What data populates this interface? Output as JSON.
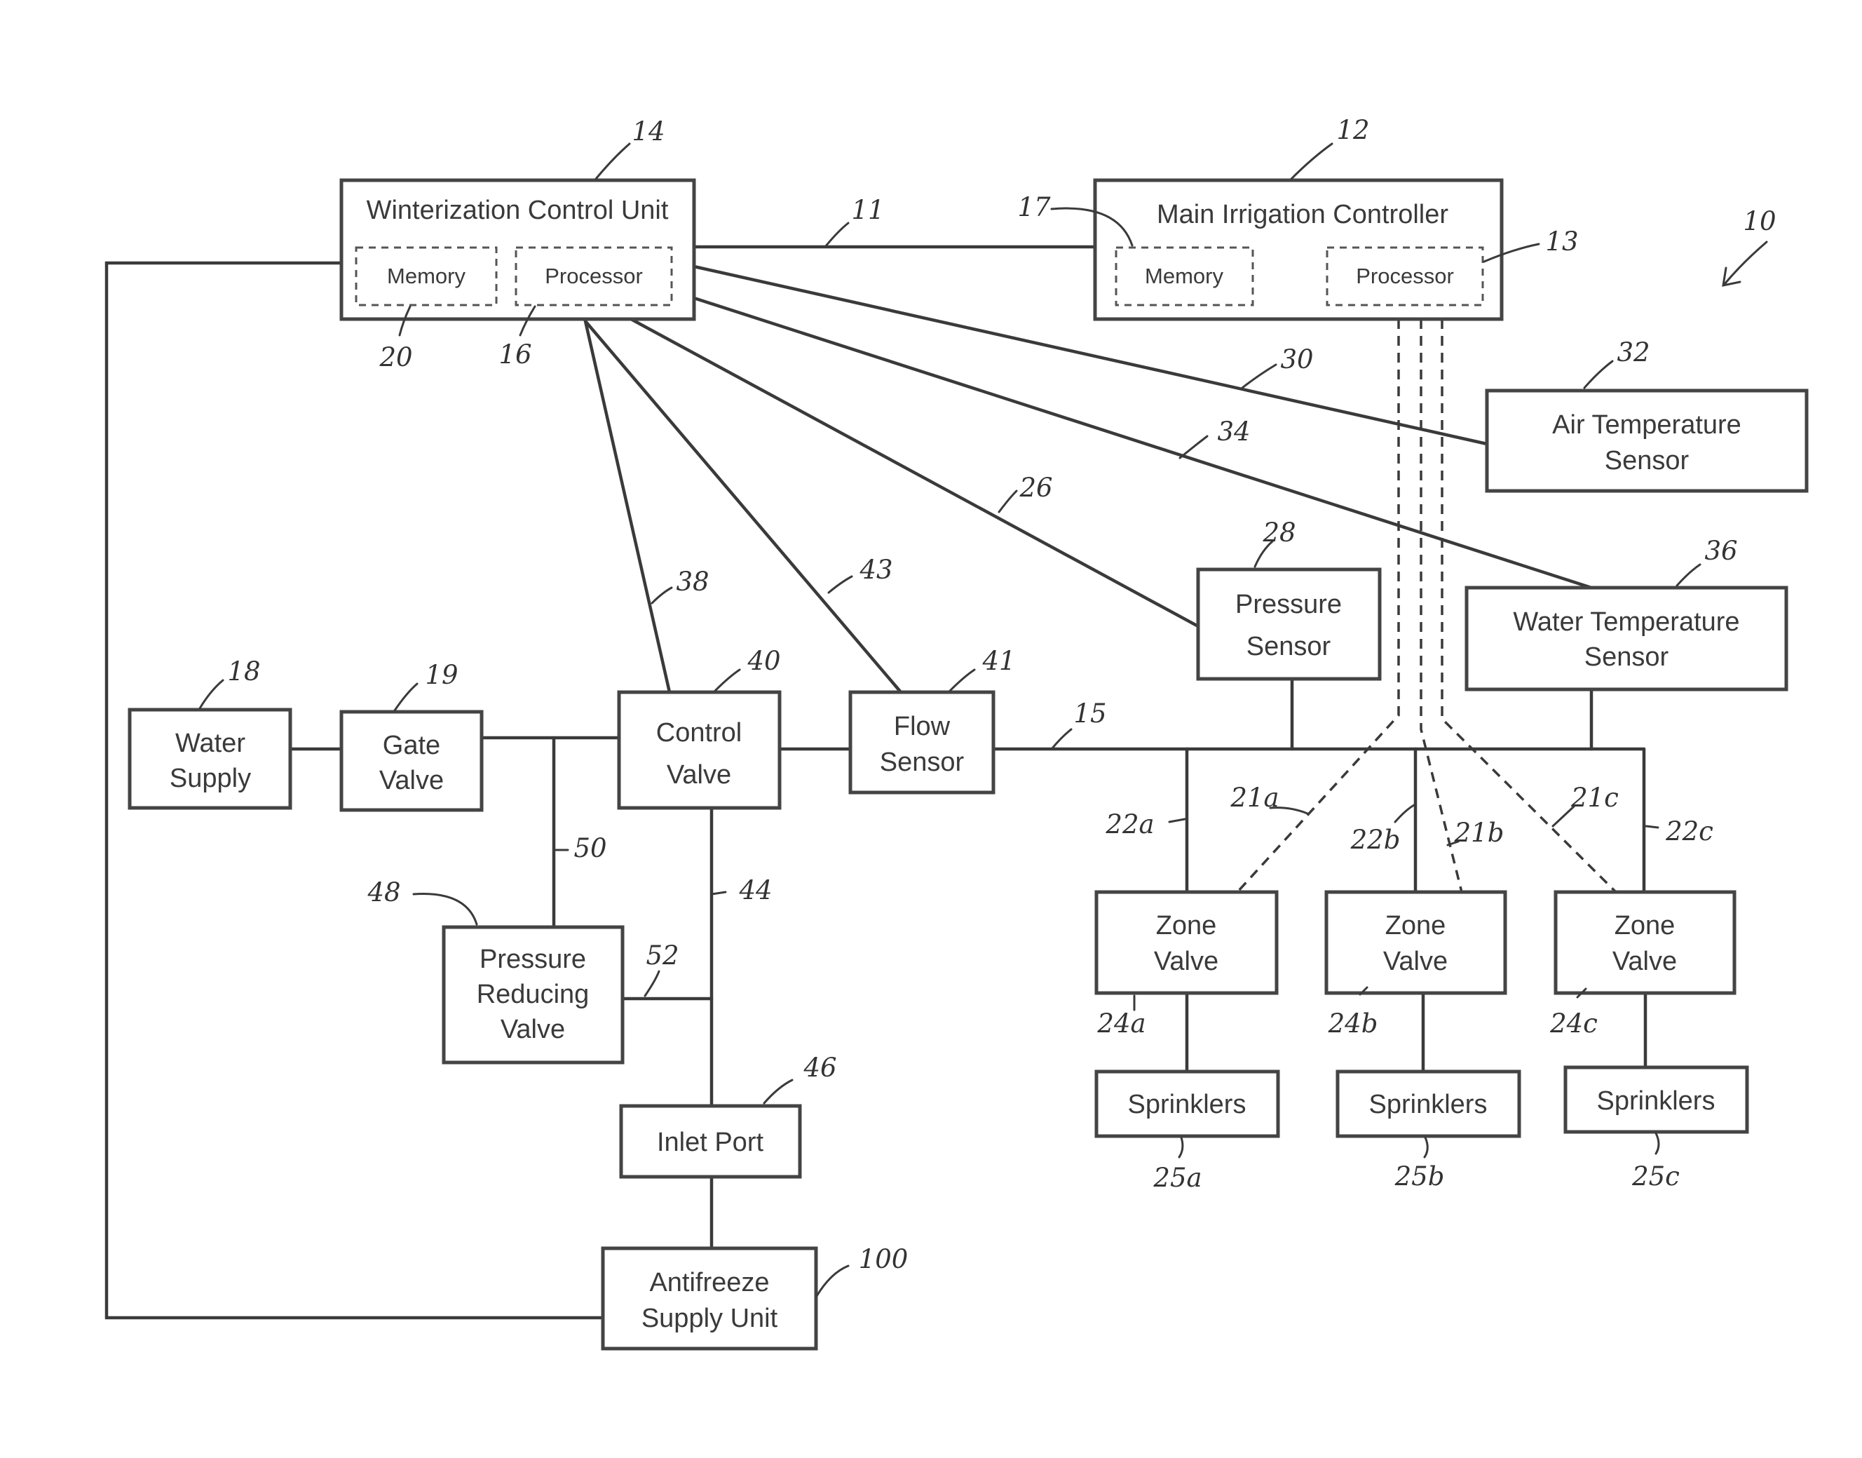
{
  "blocks": {
    "winterization_control_unit": "Winterization Control Unit",
    "wcu_memory": "Memory",
    "wcu_processor": "Processor",
    "main_irrigation_controller": "Main Irrigation Controller",
    "mic_memory": "Memory",
    "mic_processor": "Processor",
    "air_temperature_sensor": [
      "Air Temperature",
      "Sensor"
    ],
    "water_temperature_sensor": [
      "Water Temperature",
      "Sensor"
    ],
    "pressure_sensor": [
      "Pressure",
      "Sensor"
    ],
    "water_supply": [
      "Water",
      "Supply"
    ],
    "gate_valve": [
      "Gate",
      "Valve"
    ],
    "control_valve": [
      "Control",
      "Valve"
    ],
    "flow_sensor": [
      "Flow",
      "Sensor"
    ],
    "pressure_reducing_valve": [
      "Pressure",
      "Reducing",
      "Valve"
    ],
    "inlet_port": "Inlet Port",
    "antifreeze_supply_unit": [
      "Antifreeze",
      "Supply Unit"
    ],
    "zone_valve_a": [
      "Zone",
      "Valve"
    ],
    "zone_valve_b": [
      "Zone",
      "Valve"
    ],
    "zone_valve_c": [
      "Zone",
      "Valve"
    ],
    "sprinklers_a": "Sprinklers",
    "sprinklers_b": "Sprinklers",
    "sprinklers_c": "Sprinklers"
  },
  "refs": {
    "r10": "10",
    "r11": "11",
    "r12": "12",
    "r13": "13",
    "r14": "14",
    "r15": "15",
    "r16": "16",
    "r17": "17",
    "r18": "18",
    "r19": "19",
    "r20": "20",
    "r21a": "21a",
    "r21b": "21b",
    "r21c": "21c",
    "r22a": "22a",
    "r22b": "22b",
    "r22c": "22c",
    "r24a": "24a",
    "r24b": "24b",
    "r24c": "24c",
    "r25a": "25a",
    "r25b": "25b",
    "r25c": "25c",
    "r26": "26",
    "r28": "28",
    "r30": "30",
    "r32": "32",
    "r34": "34",
    "r36": "36",
    "r38": "38",
    "r40": "40",
    "r41": "41",
    "r43": "43",
    "r44": "44",
    "r46": "46",
    "r48": "48",
    "r50": "50",
    "r52": "52",
    "r100": "100"
  }
}
